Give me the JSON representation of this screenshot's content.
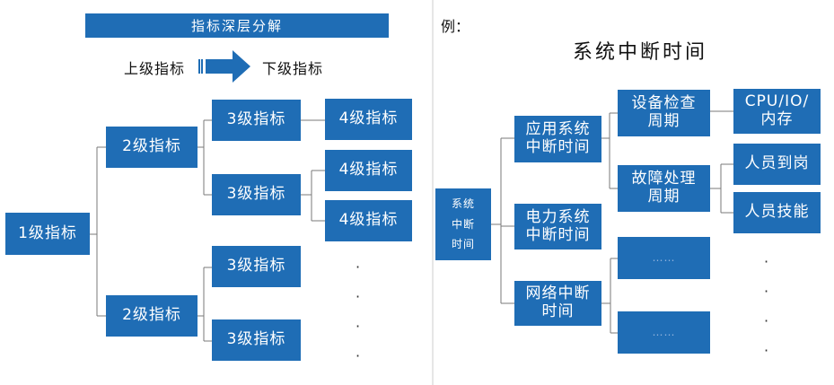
{
  "left": {
    "title": "指标深层分解",
    "upper_label": "上级指标",
    "lower_label": "下级指标",
    "level1": "1级指标",
    "level2_a": "2级指标",
    "level2_b": "2级指标",
    "level3": [
      "3级指标",
      "3级指标",
      "3级指标",
      "3级指标"
    ],
    "level4": [
      "4级指标",
      "4级指标",
      "4级指标"
    ],
    "ellipsis": [
      "·",
      "·",
      "·",
      "·"
    ]
  },
  "right": {
    "example_label": "例：",
    "title": "系统中断时间",
    "root": "系统\n中断\n时间",
    "mid": [
      "应用系统\n中断时间",
      "电力系统\n中断时间",
      "网络中断\n时间"
    ],
    "sub": [
      "设备检查\n周期",
      "故障处理\n周期"
    ],
    "leaf": [
      "CPU/IO/\n内存",
      "人员到岗",
      "人员技能"
    ],
    "blank_boxes_text": [
      "……",
      "……"
    ],
    "ellipsis": [
      "·",
      "·",
      "·",
      "·"
    ]
  }
}
